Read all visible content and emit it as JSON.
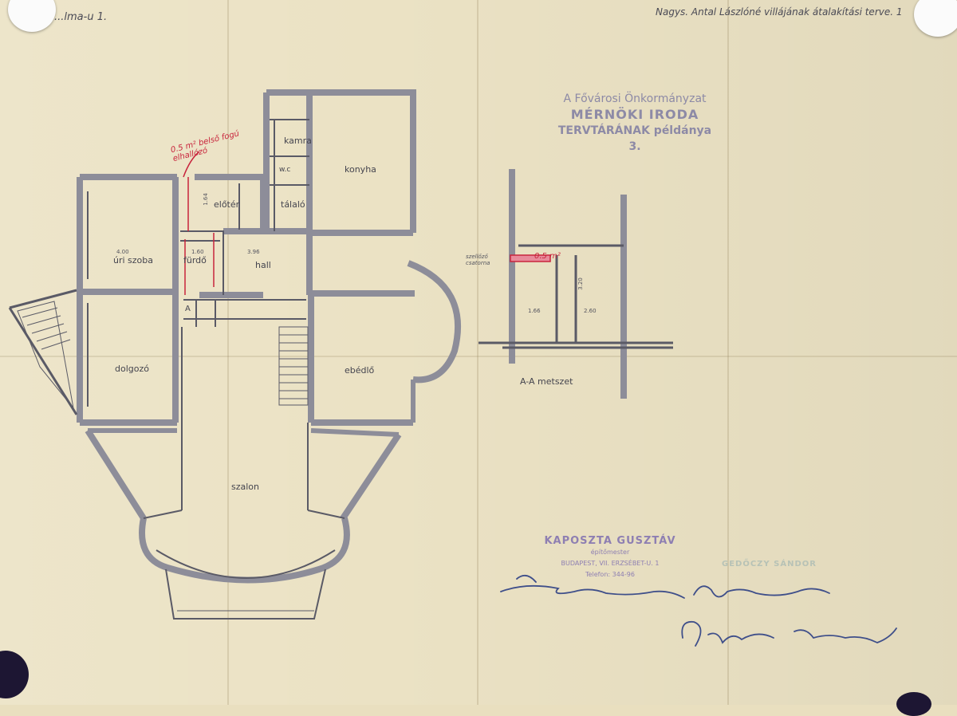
{
  "header": {
    "left_label": "...lma-u 1.",
    "right_title": "Nagys. Antal Lászlóné villájának átalakítási terve. 1"
  },
  "stamp_office": {
    "line1": "A Fővárosi Önkormányzat",
    "line2": "MÉRNÖKI IRODA",
    "line3": "TERVTÁRÁNAK példánya",
    "line4": "3."
  },
  "stamp_architect": {
    "name": "KAPOSZTA GUSZTÁV",
    "title": "építőmester",
    "address": "BUDAPEST, VII. ERZSÉBET-U. 1",
    "phone": "Telefon: 344-96"
  },
  "stamp_faded": "GEDŐCZY SÁNDOR",
  "signatures": [
    "Kapolnássy Gusztáv",
    "Dezsőné",
    "Antal Lászlóné"
  ],
  "rooms": {
    "kamra": "kamra",
    "wc": "w.c",
    "konyha": "konyha",
    "eloter": "előtér",
    "talalo": "tálaló",
    "uri_szoba": "úri szoba",
    "furdo": "fürdő",
    "hall": "hall",
    "dolgozo": "dolgozó",
    "ebedlo": "ebédlő",
    "szalon": "szalon"
  },
  "dimensions": {
    "d400": "4.00",
    "d160": "1.60",
    "d396": "3.96",
    "d164": "1.64",
    "d166": "1.66",
    "d260": "2.60",
    "d320": "3.20"
  },
  "section": {
    "label": "A-A metszet",
    "vent_label": "szellőző csatorna",
    "marker_a": "A"
  },
  "annotations": {
    "red_note": "0.5 m² belső fogú elhallózó",
    "red_section": "0.5 m²"
  },
  "colors": {
    "paper": "#ebe2c4",
    "ink": "#4a4a55",
    "stamp": "#8d8aa6",
    "red_ink": "#c8243c"
  }
}
